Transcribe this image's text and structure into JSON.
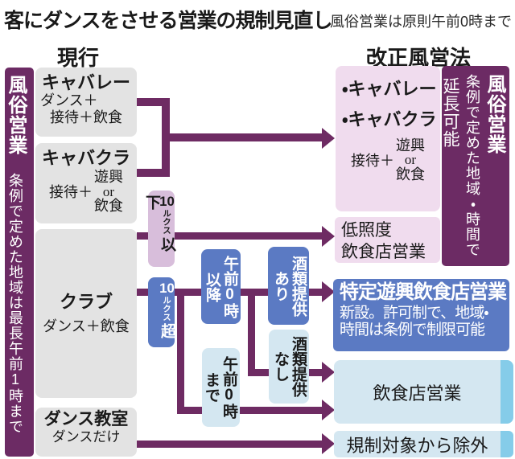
{
  "header": {
    "title": "客にダンスをさせる営業の規制見直し",
    "subtitle": "風俗営業は原則午前0時まで"
  },
  "columns": {
    "current": "現行",
    "revised": "改正風営法"
  },
  "left_bar": {
    "label": "風俗営業",
    "note": "条例で定めた地域は最長午前1時まで"
  },
  "current_boxes": {
    "cabaret": {
      "title": "キャバレー",
      "line1": "ダンス＋",
      "line2": "接待＋飲食"
    },
    "kyabakura": {
      "title": "キャバクラ",
      "prefix": "接待＋",
      "opt1": "遊興",
      "or": "or",
      "opt2": "飲食"
    },
    "club": {
      "title": "クラブ",
      "desc": "ダンス＋飲食"
    },
    "dance_school": {
      "title": "ダンス教室",
      "desc": "ダンスだけ"
    }
  },
  "conditions": {
    "lux_low": {
      "value": "10",
      "unit": "ルクス",
      "suffix": "以下"
    },
    "lux_high": {
      "value": "10",
      "unit": "ルクス",
      "suffix": "超"
    },
    "after_midnight": {
      "line1": "午前0時",
      "line2": "以降"
    },
    "alcohol_yes": {
      "line1": "酒類提供",
      "line2": "あり"
    },
    "alcohol_no": {
      "line1": "酒類提供",
      "line2": "なし"
    },
    "until_midnight": {
      "line1": "午前0時",
      "line2": "まで"
    }
  },
  "revised_boxes": {
    "cabaret_group": {
      "item1": "・キャバレー",
      "item2": "・キャバクラ",
      "prefix": "接待＋",
      "opt1": "遊興",
      "or": "or",
      "opt2": "飲食"
    },
    "right_bar": {
      "label": "風俗営業",
      "note": "条例で定めた地域・時間で",
      "note2": "延長可能"
    },
    "low_light": {
      "line1": "低照度",
      "line2": "飲食店営業"
    },
    "specified": {
      "title": "特定遊興飲食店営業",
      "desc1": "新設。許可制で、地域・",
      "desc2": "時間は条例で制限可能"
    },
    "restaurant": {
      "title": "飲食店営業"
    },
    "excluded": {
      "title": "規制対象から除外"
    }
  },
  "colors": {
    "accent_purple": "#6e2b63",
    "bar_purple": "#6c2b64",
    "box_grey": "#e3e3e3",
    "box_pink": "#f0dcee",
    "box_blue": "#5b7ac3",
    "box_lightblue": "#d4e7f1",
    "box_lux_low": "#d8bedb",
    "stripe_cyan": "#85cce9",
    "text_dark": "#1a1a1a"
  }
}
